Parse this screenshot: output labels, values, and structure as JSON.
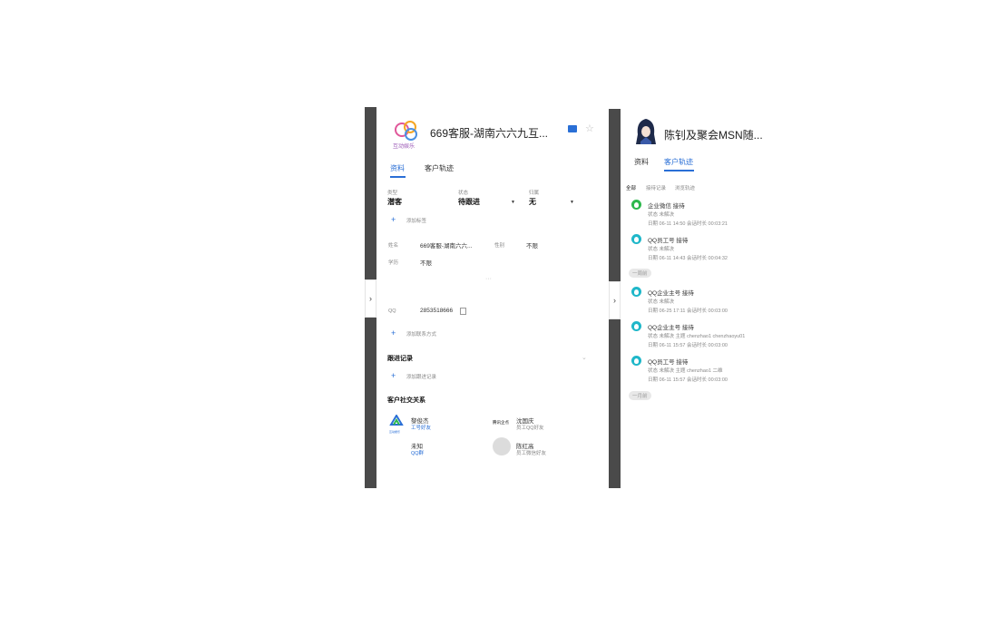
{
  "left": {
    "title": "669客服-湖南六六九互...",
    "logo_text": "互动娱乐",
    "tabs": [
      "资料",
      "客户轨迹"
    ],
    "fields": [
      {
        "label": "类型",
        "value": "潜客"
      },
      {
        "label": "状态",
        "value": "待跟进"
      },
      {
        "label": "归属",
        "value": "无"
      }
    ],
    "add_tag": "添加标签",
    "info": {
      "name_label": "姓名",
      "name_value": "669客服-湖南六六...",
      "gender_label": "性别",
      "gender_value": "不限",
      "edu_label": "学历",
      "edu_value": "不限"
    },
    "qq_label": "QQ",
    "qq_value": "2853518666",
    "add_contact": "添加联系方式",
    "follow_title": "跟进记录",
    "add_follow": "添加跟进记录",
    "social_title": "客户社交关系",
    "social": [
      {
        "name": "黎俊杰",
        "sub": "工号好友",
        "avatar": "互动娱乐"
      },
      {
        "name": "沈国庆",
        "sub": "员工QQ好友",
        "avatar": "腾讯企点"
      },
      {
        "name": "未知",
        "sub": "QQ群"
      },
      {
        "name": "陈红高",
        "sub": "员工微信好友"
      }
    ],
    "colors": {
      "accent": "#2a6fd6"
    }
  },
  "right": {
    "title": "陈钊及聚会MSN随...",
    "tabs": [
      "资料",
      "客户轨迹"
    ],
    "filters": [
      "全部",
      "接待记录",
      "浏览轨迹"
    ],
    "events": [
      {
        "icon": "wechat-icon",
        "title": "企业微信 接待",
        "l1": "状态  未解决",
        "l2": "日期  06-11 14:50   会话时长  00:03:21"
      },
      {
        "icon": "qq-icon",
        "title": "QQ员工号 接待",
        "l1": "状态  未解决",
        "l2": "日期  06-11 14:43   会话时长  00:04:32"
      },
      {
        "icon": "qq-icon",
        "title": "QQ企业主号 接待",
        "l1": "状态  未解决",
        "l2": "日期  06-25 17:11   会话时长  00:03:00"
      },
      {
        "icon": "qq-icon",
        "title": "QQ企业主号 接待",
        "l1": "状态  未解决   主题  chenzhao1 chenzhaoyu01",
        "l2": "日期  06-11 15:57   会话时长  00:03:00"
      },
      {
        "icon": "qq-icon",
        "title": "QQ员工号 接待",
        "l1": "状态  未解决   主题  chenzhao1 二维",
        "l2": "日期  06-11 15:57   会话时长  00:03:00"
      }
    ],
    "week_tag": "一周前",
    "month_tag": "一月前"
  }
}
